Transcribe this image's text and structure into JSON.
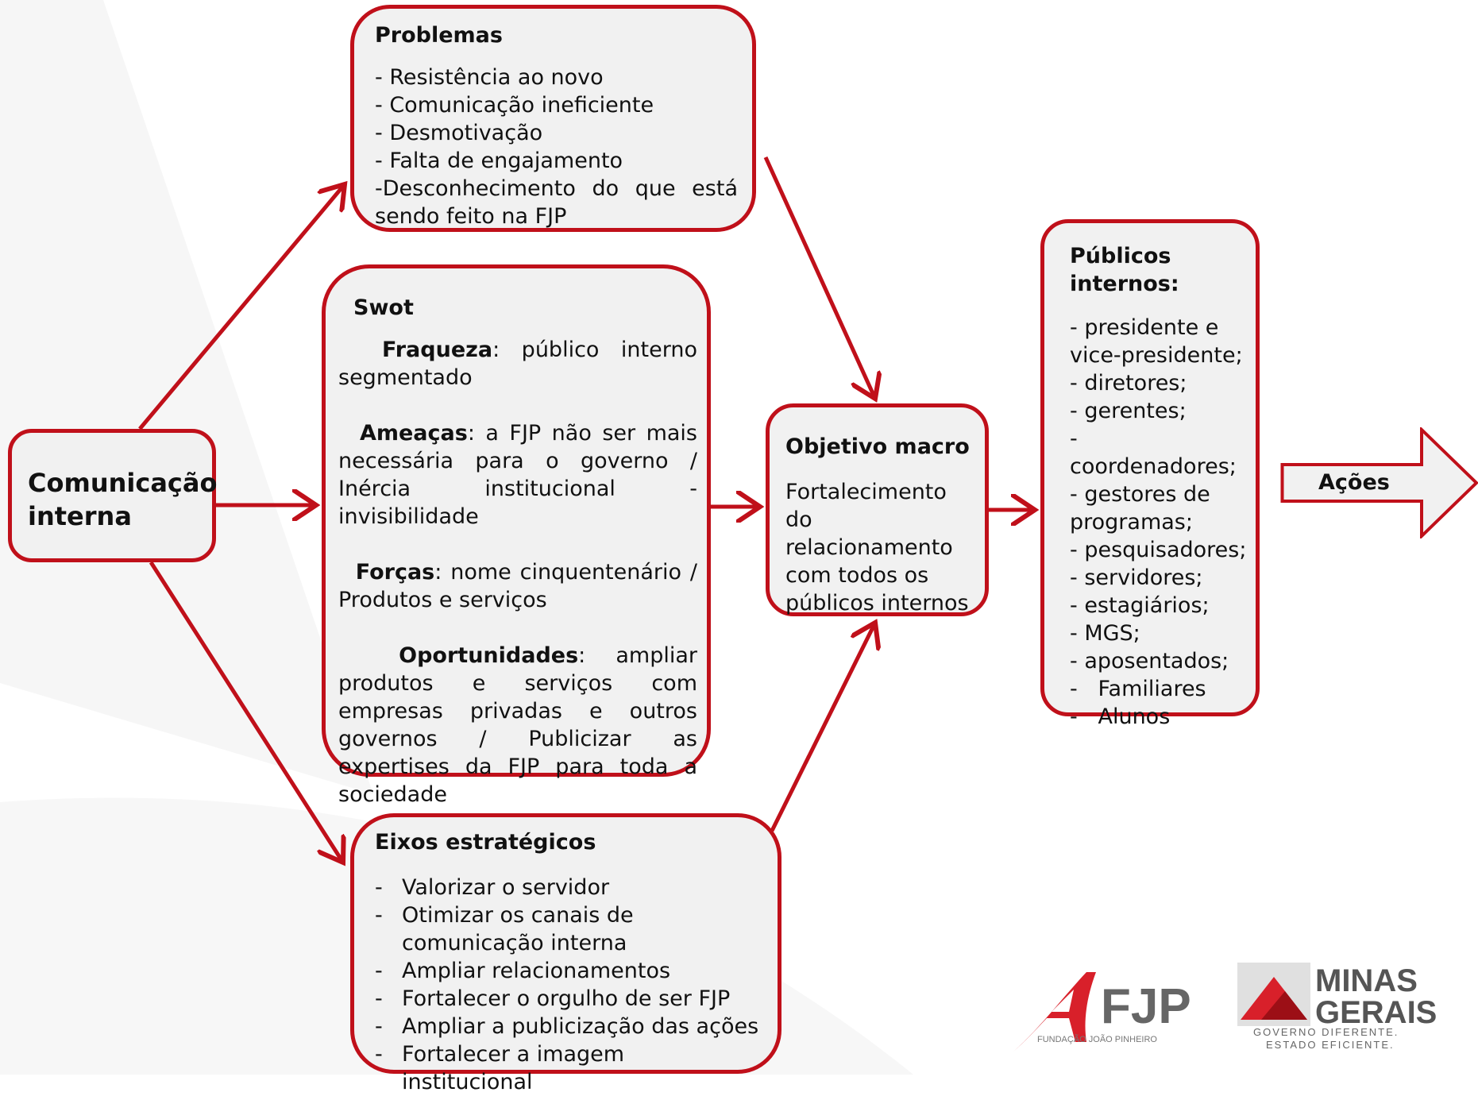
{
  "colors": {
    "accent": "#c0101a",
    "box_fill": "#f1f1f1",
    "shape_fill": "#f1f1f1"
  },
  "comunicacao": {
    "line1": "Comunicação",
    "line2": "interna"
  },
  "problemas": {
    "title": "Problemas",
    "items": [
      "- Resistência ao novo",
      "- Comunicação ineficiente",
      "- Desmotivação",
      "- Falta de engajamento",
      "-Desconhecimento do que está sendo feito na FJP"
    ]
  },
  "swot": {
    "title": "Swot",
    "fraqueza": {
      "label": "Fraqueza",
      "text": ": público interno segmentado"
    },
    "ameacas": {
      "label": "Ameaças",
      "text": ": a FJP não ser mais necessária para o governo / Inércia institucional - invisibilidade"
    },
    "forcas": {
      "label": "Forças",
      "text": ": nome cinquentenário / Produtos e serviços"
    },
    "oportunidades": {
      "label": "Oportunidades",
      "text": ": ampliar produtos e serviços com empresas privadas e outros governos / Publicizar as expertises da FJP para toda a sociedade"
    }
  },
  "eixos": {
    "title": "Eixos estratégicos",
    "items": [
      "Valorizar o servidor",
      "Otimizar os canais de comunicação interna",
      "Ampliar relacionamentos",
      "Fortalecer o orgulho de ser FJP",
      "Ampliar a publicização das ações",
      "Fortalecer a imagem institucional"
    ]
  },
  "objetivo": {
    "title": "Objetivo macro",
    "lines": [
      "Fortalecimento do",
      "relacionamento",
      "com todos os",
      "públicos internos"
    ]
  },
  "publicos": {
    "title_line1": "Públicos",
    "title_line2": "internos:",
    "items": [
      "- presidente e",
      "vice-presidente;",
      "- diretores;",
      "- gerentes;",
      "- coordenadores;",
      "- gestores de",
      "programas;",
      "- pesquisadores;",
      "- servidores;",
      "- estagiários;",
      "- MGS;",
      "- aposentados;",
      "-   Familiares",
      "-   Alunos"
    ]
  },
  "acoes": {
    "label": "Ações"
  },
  "logos": {
    "fjp_text": "FJP",
    "fjp_sub": "FUNDAÇÃO JOÃO PINHEIRO",
    "mg_line1": "MINAS",
    "mg_line2": "GERAIS",
    "mg_tag1": "GOVERNO DIFERENTE.",
    "mg_tag2": "ESTADO EFICIENTE."
  }
}
